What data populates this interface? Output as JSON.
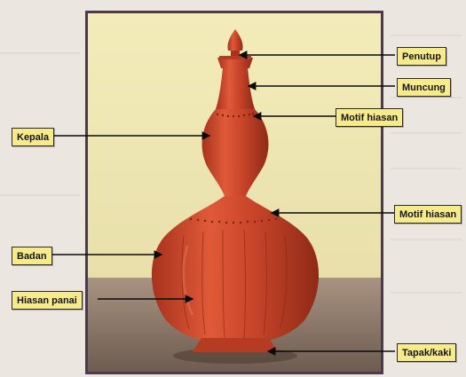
{
  "labels": {
    "penutup": "Penutup",
    "muncung": "Muncung",
    "motif_hiasan_top": "Motif hiasan",
    "kepala": "Kepala",
    "motif_hiasan_mid": "Motif hiasan",
    "badan": "Badan",
    "hiasan_panai": "Hiasan panai",
    "tapak_kaki": "Tapak/kaki"
  },
  "colors": {
    "label_fill": "#f6ea8a",
    "vase": "#c9452a",
    "backdrop": "#f1eab8",
    "table": "#8a7668"
  }
}
